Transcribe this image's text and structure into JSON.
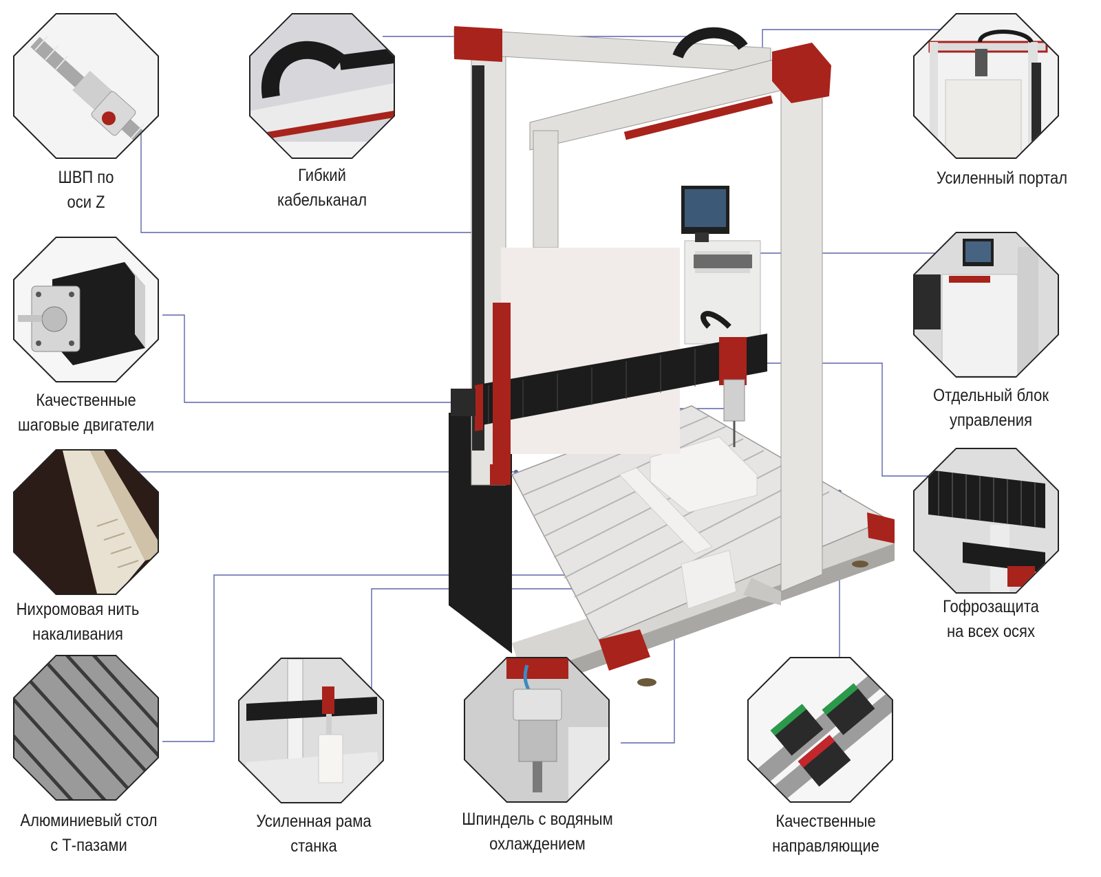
{
  "features": [
    {
      "id": "ball-screw",
      "icon": "ball-screw-icon",
      "lines": [
        "ШВП по",
        "оси Z"
      ]
    },
    {
      "id": "cable-chain",
      "icon": "cable-chain-icon",
      "lines": [
        "Гибкий",
        "кабельканал"
      ]
    },
    {
      "id": "reinforced-portal",
      "icon": "portal-icon",
      "lines": [
        "Усиленный портал"
      ]
    },
    {
      "id": "stepper-motors",
      "icon": "stepper-motor-icon",
      "lines": [
        "Качественные",
        "шаговые двигатели"
      ]
    },
    {
      "id": "control-unit",
      "icon": "control-cabinet-icon",
      "lines": [
        "Отдельный блок",
        "управления"
      ]
    },
    {
      "id": "nichrome-wire",
      "icon": "hot-wire-icon",
      "lines": [
        "Нихромовая нить",
        "накаливания"
      ]
    },
    {
      "id": "bellows",
      "icon": "bellows-icon",
      "lines": [
        "Гофрозащита",
        "на всех осях"
      ]
    },
    {
      "id": "t-slot-table",
      "icon": "t-slot-table-icon",
      "lines": [
        "Алюминиевый стол",
        "с Т-пазами"
      ]
    },
    {
      "id": "frame",
      "icon": "frame-icon",
      "lines": [
        "Усиленная рама",
        "станка"
      ]
    },
    {
      "id": "spindle",
      "icon": "spindle-icon",
      "lines": [
        "Шпиндель с водяным",
        "охлаждением"
      ]
    },
    {
      "id": "linear-guides",
      "icon": "linear-guide-icon",
      "lines": [
        "Качественные",
        "направляющие"
      ]
    }
  ],
  "colors": {
    "frame": "#e4e2df",
    "accent": "#a8231b",
    "line": "#5b63a8",
    "dark": "#1c1c1c"
  }
}
